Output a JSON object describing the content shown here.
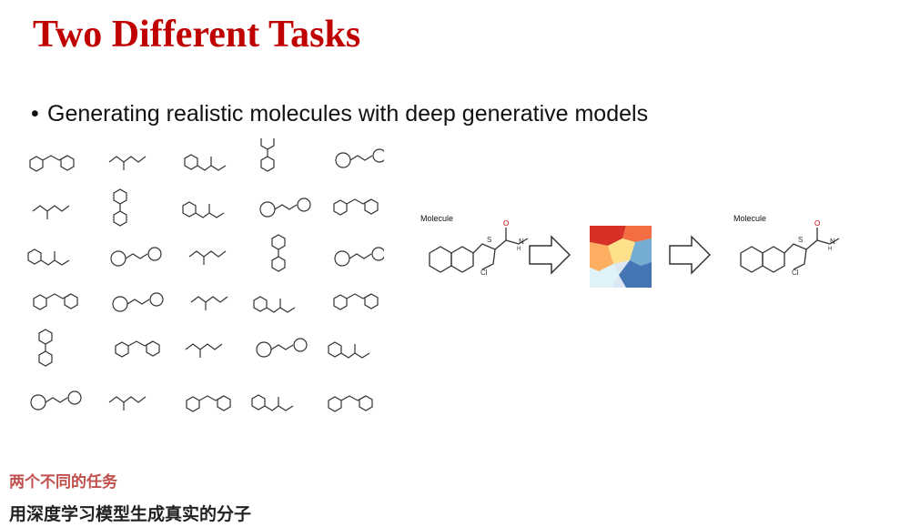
{
  "slide": {
    "title": "Two Different Tasks",
    "bullet": "Generating realistic molecules with deep generative models",
    "molecule_label_left": "Molecule",
    "molecule_label_right": "Molecule",
    "atom_s": "S",
    "atom_o": "O",
    "atom_n": "N",
    "atom_h": "H",
    "atom_cl": "Cl"
  },
  "notes": {
    "subtitle_cn": "两个不同的任务",
    "caption_cn": "用深度学习模型生成真实的分子"
  },
  "icons": [
    "bullet-dot",
    "molecule-structure",
    "arrow-right",
    "latent-space-map"
  ],
  "colors": {
    "title": "#c00000",
    "cn_subtitle": "#c0504d",
    "text": "#111111"
  }
}
